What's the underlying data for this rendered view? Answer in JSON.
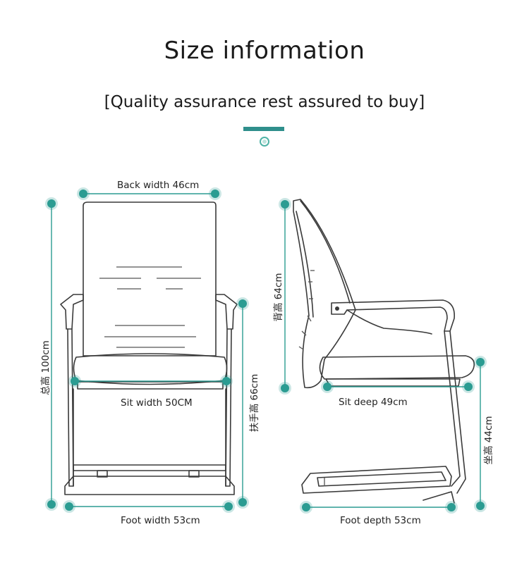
{
  "header": {
    "title": "Size information",
    "subtitle": "[Quality assurance rest assured to buy]"
  },
  "colors": {
    "accent": "#2f8f8c",
    "dot": "#2b9c92",
    "line": "#3a3a3a"
  },
  "front_view": {
    "back_width": "Back width 46cm",
    "total_height": "总高 100cm",
    "armrest_height": "扶手高 66cm",
    "seat_width": "Sit width 50CM",
    "foot_width": "Foot width 53cm"
  },
  "side_view": {
    "back_height": "背高 64cm",
    "seat_depth": "Sit deep 49cm",
    "seat_height": "坐高 44cm",
    "foot_depth": "Foot depth 53cm"
  }
}
